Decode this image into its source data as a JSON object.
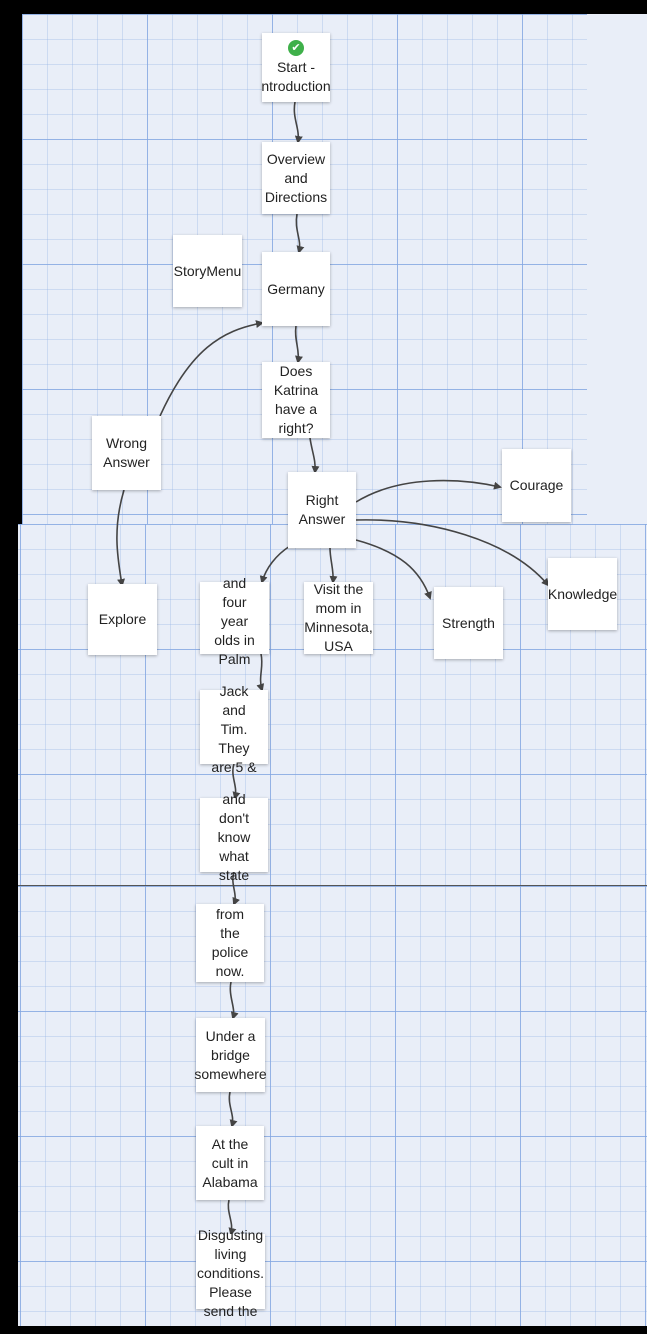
{
  "nodes": {
    "start": {
      "icon": "rocket-icon",
      "label": "Start -\nntroduction"
    },
    "overview": {
      "label": "Overview\nand\nDirections"
    },
    "storymenu": {
      "label": "StoryMenu"
    },
    "germany": {
      "label": "Germany"
    },
    "katrina": {
      "label": "Does\nKatrina\nhave a\nright?"
    },
    "wrong": {
      "label": "Wrong\nAnswer"
    },
    "right": {
      "label": "Right\nAnswer"
    },
    "courage": {
      "label": "Courage"
    },
    "knowledge": {
      "label": "Knowledge"
    },
    "explore": {
      "label": "Explore"
    },
    "fouryear": {
      "label": "and\nfour\nyear\nolds in\nPalm"
    },
    "visitmom": {
      "label": "Visit the\nmom in\nMinnesota,\nUSA"
    },
    "strength": {
      "label": "Strength"
    },
    "jack": {
      "label": "Jack\nand\nTim.\nThey\nare 5 &"
    },
    "dontknow": {
      "label": "and\ndon't\nknow\nwhat\nstate"
    },
    "police": {
      "label": "from\nthe\npolice\nnow."
    },
    "bridge": {
      "label": "Under a\nbridge\nsomewhere"
    },
    "cult": {
      "label": "At the\ncult in\nAlabama"
    },
    "disgusting": {
      "label": "Disgusting\nliving\nconditions.\nPlease\nsend the"
    }
  },
  "colors": {
    "grid_bg": "#e9eef8",
    "link": "#444444",
    "start_icon": "#3fb04a"
  }
}
